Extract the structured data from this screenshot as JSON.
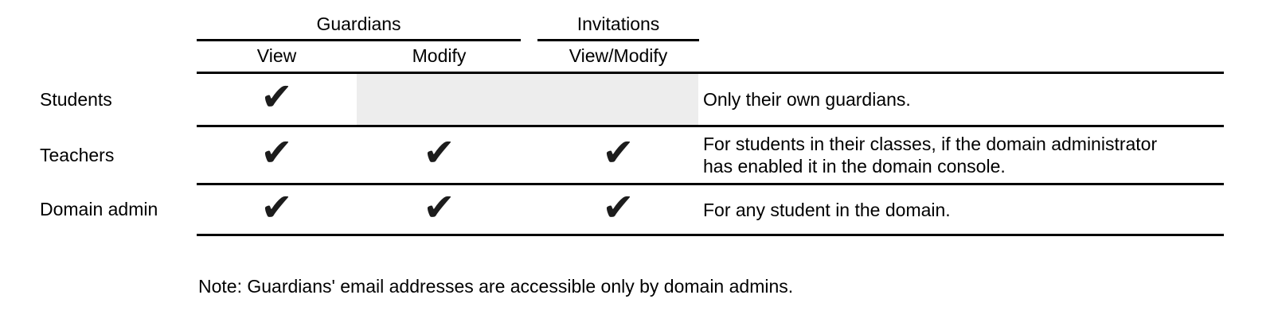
{
  "table": {
    "column_groups": [
      {
        "label": "Guardians"
      },
      {
        "label": "Invitations"
      }
    ],
    "columns": [
      {
        "label": "View"
      },
      {
        "label": "Modify"
      },
      {
        "label": "View/Modify"
      }
    ],
    "rows": [
      {
        "label": "Students",
        "cells": {
          "view": "✔",
          "modify": "",
          "view_modify": ""
        },
        "note": "Only their own guardians."
      },
      {
        "label": "Teachers",
        "cells": {
          "view": "✔",
          "modify": "✔",
          "view_modify": "✔"
        },
        "note": "For students in their classes, if the domain administrator\nhas enabled it in the domain console."
      },
      {
        "label": "Domain admin",
        "cells": {
          "view": "✔",
          "modify": "✔",
          "view_modify": "✔"
        },
        "note": "For any student in the domain."
      }
    ]
  },
  "footnote": "Note: Guardians' email addresses are accessible only by domain admins.",
  "colors": {
    "page_bg": "#ffffff",
    "text": "#000000",
    "line": "#000000",
    "check": "#1c1c1c",
    "disabled_cell_bg": "#ededed"
  }
}
